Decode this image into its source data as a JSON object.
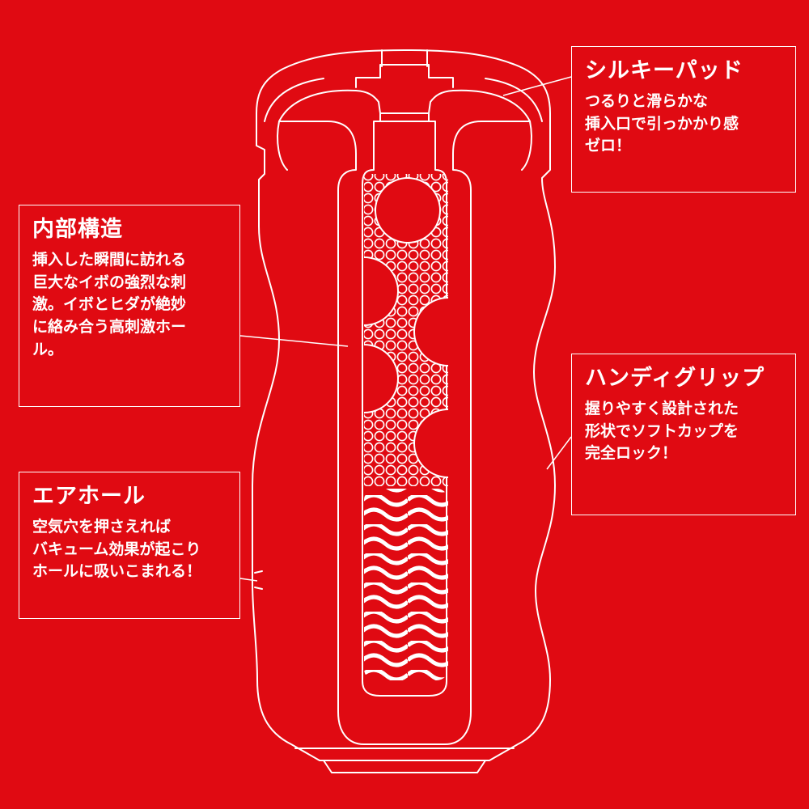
{
  "colors": {
    "background": "#e00a12",
    "line": "#ffffff"
  },
  "callouts": {
    "silky_pad": {
      "title": "シルキーパッド",
      "lines": [
        "つるりと滑らかな",
        "挿入口で引っかかり感",
        "ゼロ！"
      ]
    },
    "inner_structure": {
      "title": "内部構造",
      "lines": [
        "挿入した瞬間に訪れる",
        "巨大なイボの強烈な刺",
        "激。イボとヒダが絶妙",
        "に絡み合う高刺激ホー",
        "ル。"
      ]
    },
    "handy_grip": {
      "title": "ハンディグリップ",
      "lines": [
        "握りやすく設計された",
        "形状でソフトカップを",
        "完全ロック！"
      ]
    },
    "air_hole": {
      "title": "エアホール",
      "lines": [
        "空気穴を押さえれば",
        "バキューム効果が起こり",
        "ホールに吸いこまれる！"
      ]
    }
  }
}
